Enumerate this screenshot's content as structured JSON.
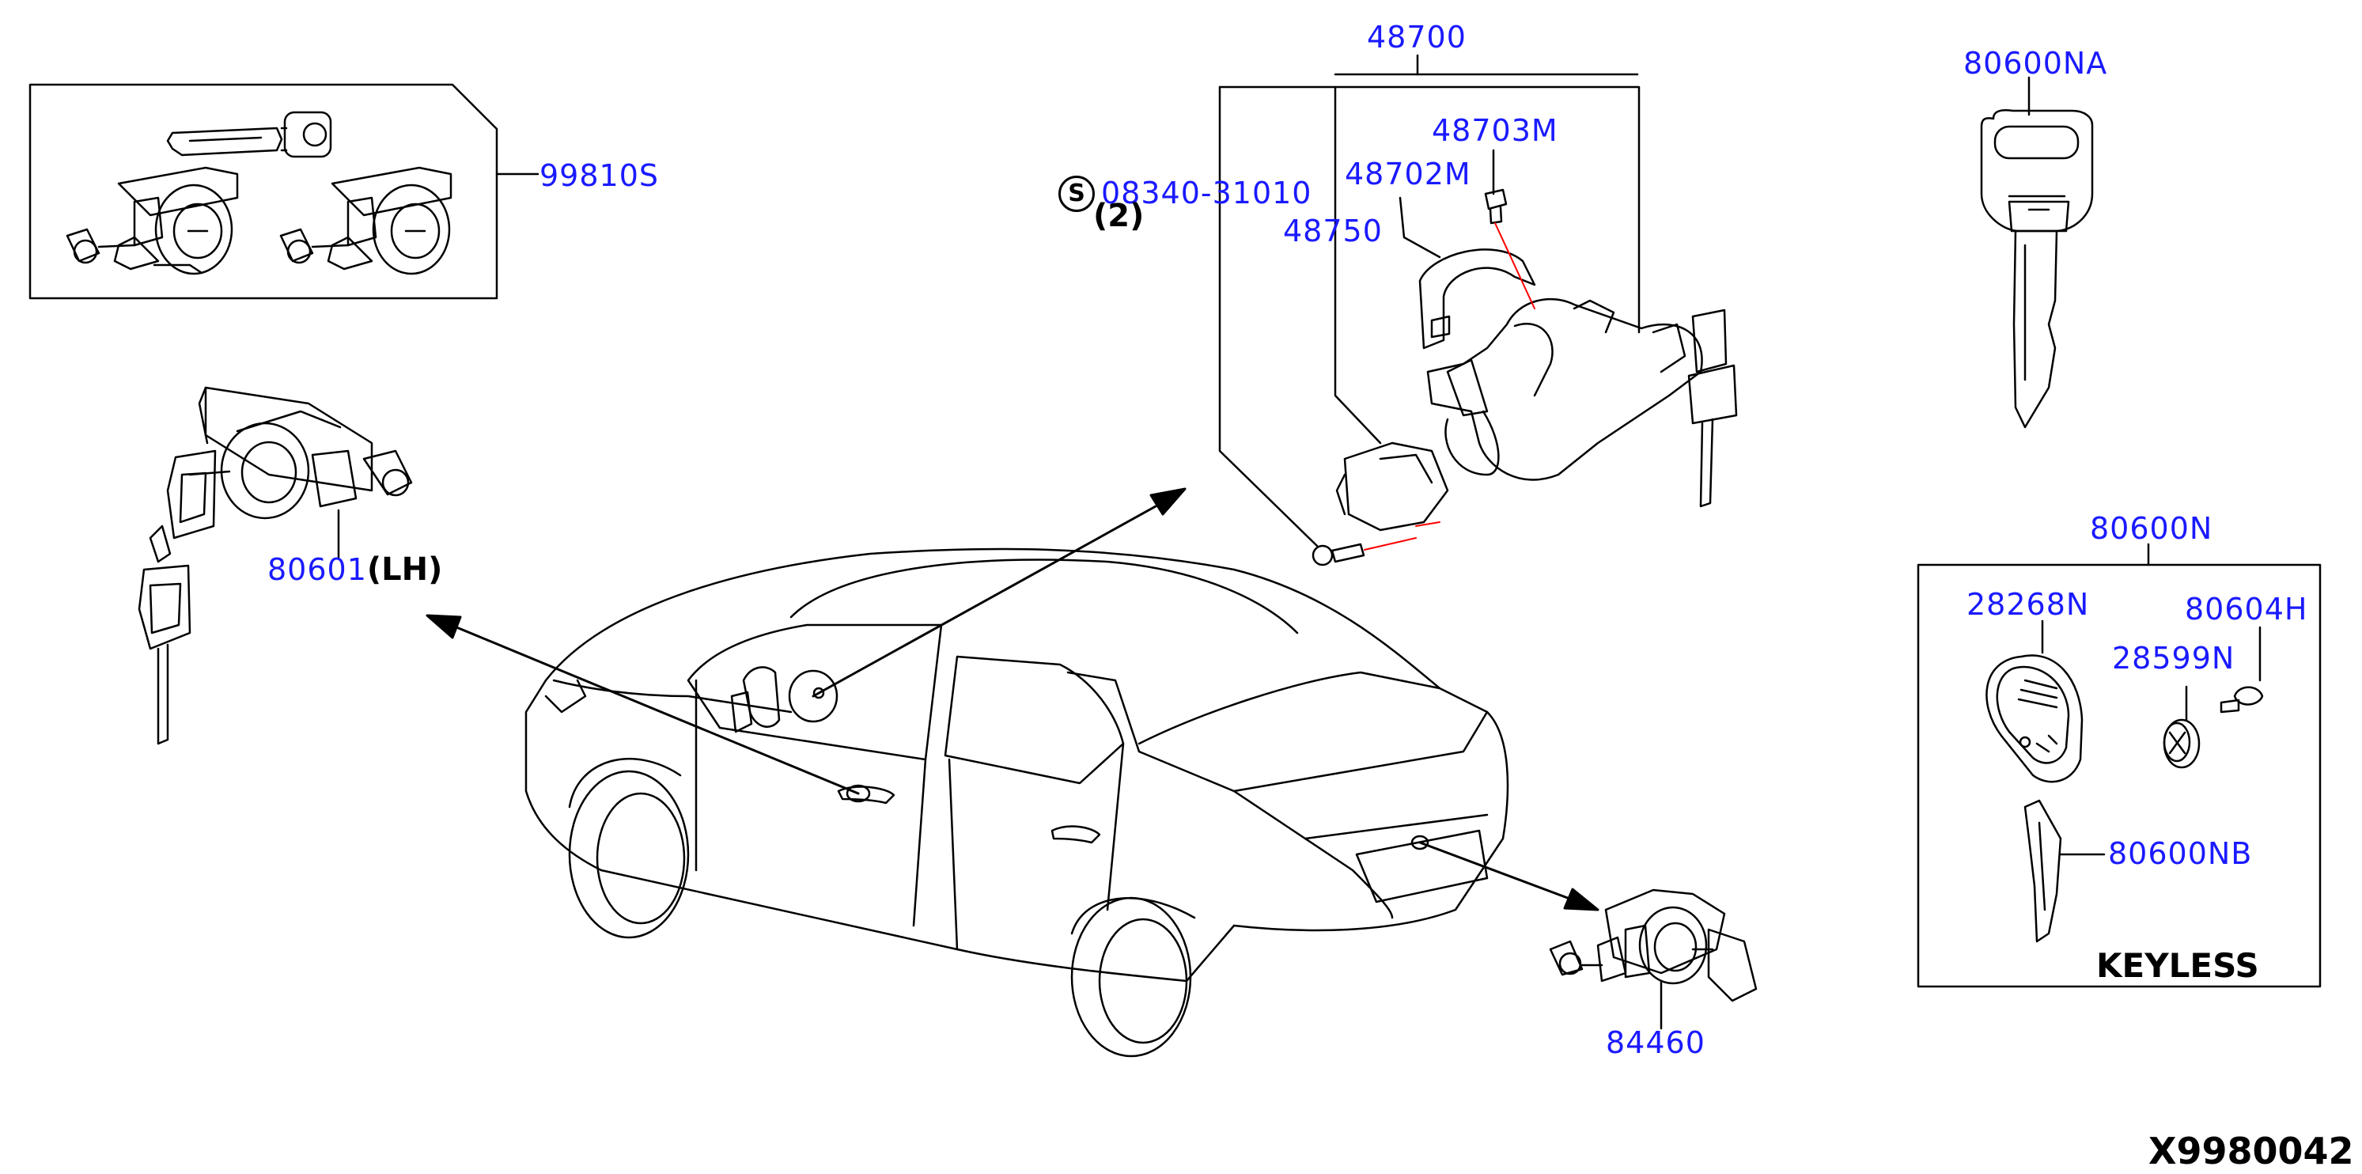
{
  "labels": {
    "p99810S": "99810S",
    "p48700": "48700",
    "p48703M": "48703M",
    "p48702M": "48702M",
    "p48750": "48750",
    "bolt_code": "08340-31010",
    "bolt_qty": "(2)",
    "bolt_symbol": "S",
    "p80601": "80601",
    "p80601_side": "(LH)",
    "p80600NA": "80600NA",
    "p80600N": "80600N",
    "p28268N": "28268N",
    "p80604H": "80604H",
    "p28599N": "28599N",
    "p80600NB": "80600NB",
    "keyless": "KEYLESS",
    "p84460": "84460",
    "diagram_id": "X9980042"
  },
  "colors": {
    "label": "#1a1aff",
    "line": "#000000",
    "center_line": "#ff0000"
  }
}
